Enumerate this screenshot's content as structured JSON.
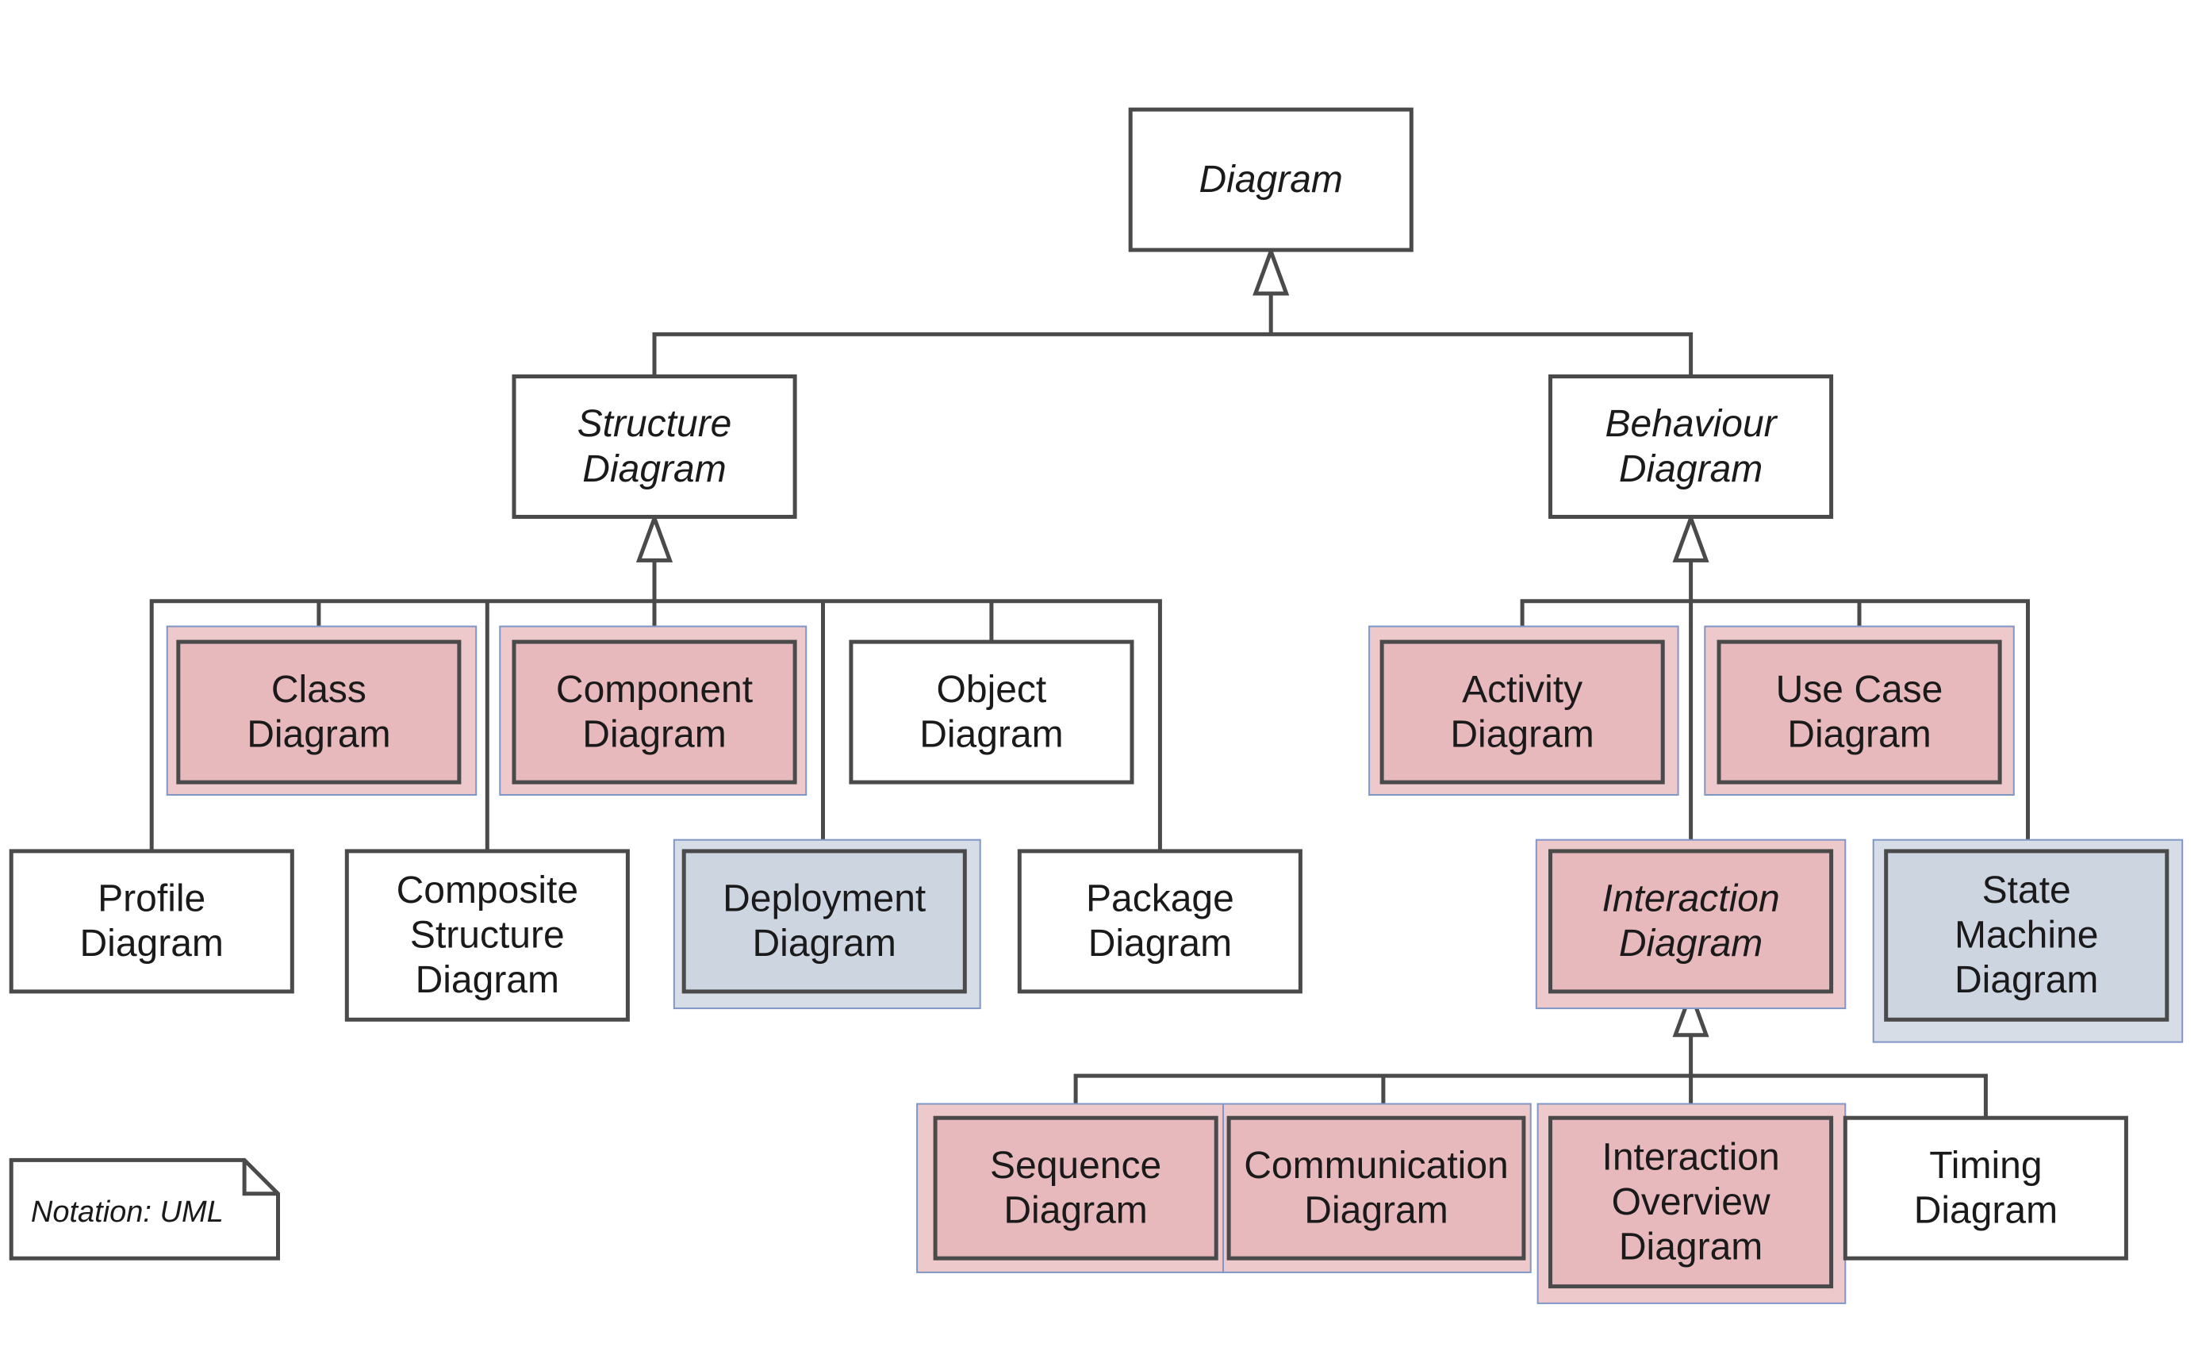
{
  "colors": {
    "highlight_red": "#e8b9bc",
    "highlight_red_halo": "#edc9cb",
    "highlight_red_border": "#9a4d55",
    "highlight_blue": "#cdd5e1",
    "highlight_blue_halo": "#d7dde7",
    "halo_outline": "#7f96c7",
    "plain": "#ffffff",
    "stroke": "#4a4a4a"
  },
  "nodes": {
    "diagram": {
      "lines": [
        "Diagram"
      ],
      "italic": true,
      "highlight": "none"
    },
    "structure": {
      "lines": [
        "Structure",
        "Diagram"
      ],
      "italic": true,
      "highlight": "none"
    },
    "behaviour": {
      "lines": [
        "Behaviour",
        "Diagram"
      ],
      "italic": true,
      "highlight": "none"
    },
    "class": {
      "lines": [
        "Class",
        "Diagram"
      ],
      "italic": false,
      "highlight": "red"
    },
    "component": {
      "lines": [
        "Component",
        "Diagram"
      ],
      "italic": false,
      "highlight": "red"
    },
    "object": {
      "lines": [
        "Object",
        "Diagram"
      ],
      "italic": false,
      "highlight": "none"
    },
    "profile": {
      "lines": [
        "Profile",
        "Diagram"
      ],
      "italic": false,
      "highlight": "none"
    },
    "composite": {
      "lines": [
        "Composite",
        "Structure",
        "Diagram"
      ],
      "italic": false,
      "highlight": "none"
    },
    "deployment": {
      "lines": [
        "Deployment",
        "Diagram"
      ],
      "italic": false,
      "highlight": "blue"
    },
    "package": {
      "lines": [
        "Package",
        "Diagram"
      ],
      "italic": false,
      "highlight": "none"
    },
    "activity": {
      "lines": [
        "Activity",
        "Diagram"
      ],
      "italic": false,
      "highlight": "red"
    },
    "usecase": {
      "lines": [
        "Use Case",
        "Diagram"
      ],
      "italic": false,
      "highlight": "red"
    },
    "interaction": {
      "lines": [
        "Interaction",
        "Diagram"
      ],
      "italic": true,
      "highlight": "red"
    },
    "statemachine": {
      "lines": [
        "State",
        "Machine",
        "Diagram"
      ],
      "italic": false,
      "highlight": "blue"
    },
    "sequence": {
      "lines": [
        "Sequence",
        "Diagram"
      ],
      "italic": false,
      "highlight": "red"
    },
    "communication": {
      "lines": [
        "Communication",
        "Diagram"
      ],
      "italic": false,
      "highlight": "red"
    },
    "overview": {
      "lines": [
        "Interaction",
        "Overview",
        "Diagram"
      ],
      "italic": false,
      "highlight": "red"
    },
    "timing": {
      "lines": [
        "Timing",
        "Diagram"
      ],
      "italic": false,
      "highlight": "none"
    }
  },
  "note": {
    "text": "Notation: UML"
  }
}
